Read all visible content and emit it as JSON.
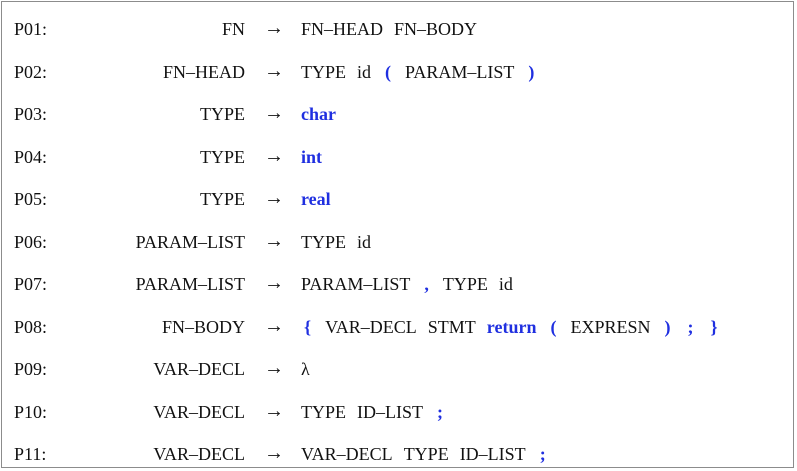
{
  "arrow_symbol": "→",
  "productions": [
    {
      "id": "P01:",
      "lhs": "FN",
      "rhs": [
        {
          "text": "FN–HEAD",
          "kind": "nt"
        },
        {
          "text": "FN–BODY",
          "kind": "nt"
        }
      ]
    },
    {
      "id": "P02:",
      "lhs": "FN–HEAD",
      "rhs": [
        {
          "text": "TYPE",
          "kind": "nt"
        },
        {
          "text": "id",
          "kind": "nt"
        },
        {
          "text": "(",
          "kind": "p"
        },
        {
          "text": "PARAM–LIST",
          "kind": "nt"
        },
        {
          "text": ")",
          "kind": "p"
        }
      ]
    },
    {
      "id": "P03:",
      "lhs": "TYPE",
      "rhs": [
        {
          "text": "char",
          "kind": "t"
        }
      ]
    },
    {
      "id": "P04:",
      "lhs": "TYPE",
      "rhs": [
        {
          "text": "int",
          "kind": "t"
        }
      ]
    },
    {
      "id": "P05:",
      "lhs": "TYPE",
      "rhs": [
        {
          "text": "real",
          "kind": "t"
        }
      ]
    },
    {
      "id": "P06:",
      "lhs": "PARAM–LIST",
      "rhs": [
        {
          "text": "TYPE",
          "kind": "nt"
        },
        {
          "text": "id",
          "kind": "nt"
        }
      ]
    },
    {
      "id": "P07:",
      "lhs": "PARAM–LIST",
      "rhs": [
        {
          "text": "PARAM–LIST",
          "kind": "nt"
        },
        {
          "text": ",",
          "kind": "p"
        },
        {
          "text": "TYPE",
          "kind": "nt"
        },
        {
          "text": "id",
          "kind": "nt"
        }
      ]
    },
    {
      "id": "P08:",
      "lhs": "FN–BODY",
      "rhs": [
        {
          "text": "{",
          "kind": "p"
        },
        {
          "text": "VAR–DECL",
          "kind": "nt"
        },
        {
          "text": "STMT",
          "kind": "nt"
        },
        {
          "text": "return",
          "kind": "t"
        },
        {
          "text": "(",
          "kind": "p"
        },
        {
          "text": "EXPRESN",
          "kind": "nt"
        },
        {
          "text": ")",
          "kind": "p"
        },
        {
          "text": ";",
          "kind": "p"
        },
        {
          "text": "}",
          "kind": "p"
        }
      ]
    },
    {
      "id": "P09:",
      "lhs": "VAR–DECL",
      "rhs": [
        {
          "text": "λ",
          "kind": "nt"
        }
      ]
    },
    {
      "id": "P10:",
      "lhs": "VAR–DECL",
      "rhs": [
        {
          "text": "TYPE",
          "kind": "nt"
        },
        {
          "text": "ID–LIST",
          "kind": "nt"
        },
        {
          "text": ";",
          "kind": "p"
        }
      ]
    },
    {
      "id": "P11:",
      "lhs": "VAR–DECL",
      "rhs": [
        {
          "text": "VAR–DECL",
          "kind": "nt"
        },
        {
          "text": "TYPE",
          "kind": "nt"
        },
        {
          "text": "ID–LIST",
          "kind": "nt"
        },
        {
          "text": ";",
          "kind": "p"
        }
      ]
    }
  ],
  "colors": {
    "terminal": "#1f2fe0",
    "nonterminal": "#111111",
    "border": "#8c8c8c",
    "background": "#ffffff"
  }
}
